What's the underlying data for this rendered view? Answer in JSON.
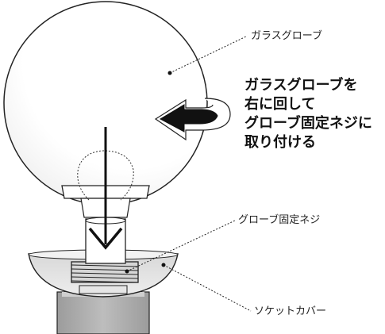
{
  "callouts": {
    "glass_globe": "ガラスグローブ",
    "globe_fixing_screw": "グローブ固定ネジ",
    "socket_cover": "ソケットカバー"
  },
  "instruction": {
    "lines": [
      "ガラスグローブを",
      "右に回して",
      "グローブ固定ネジに",
      "取り付ける"
    ]
  },
  "icons": {
    "rotation_arrow": "curved-arrow-right-turn-icon",
    "down_arrow": "arrow-down-icon"
  },
  "colors": {
    "line": "#222222",
    "shade_light": "#ededed",
    "shade_mid": "#d0d0d0",
    "shade_dark": "#9a9a9a",
    "background": "#ffffff"
  }
}
